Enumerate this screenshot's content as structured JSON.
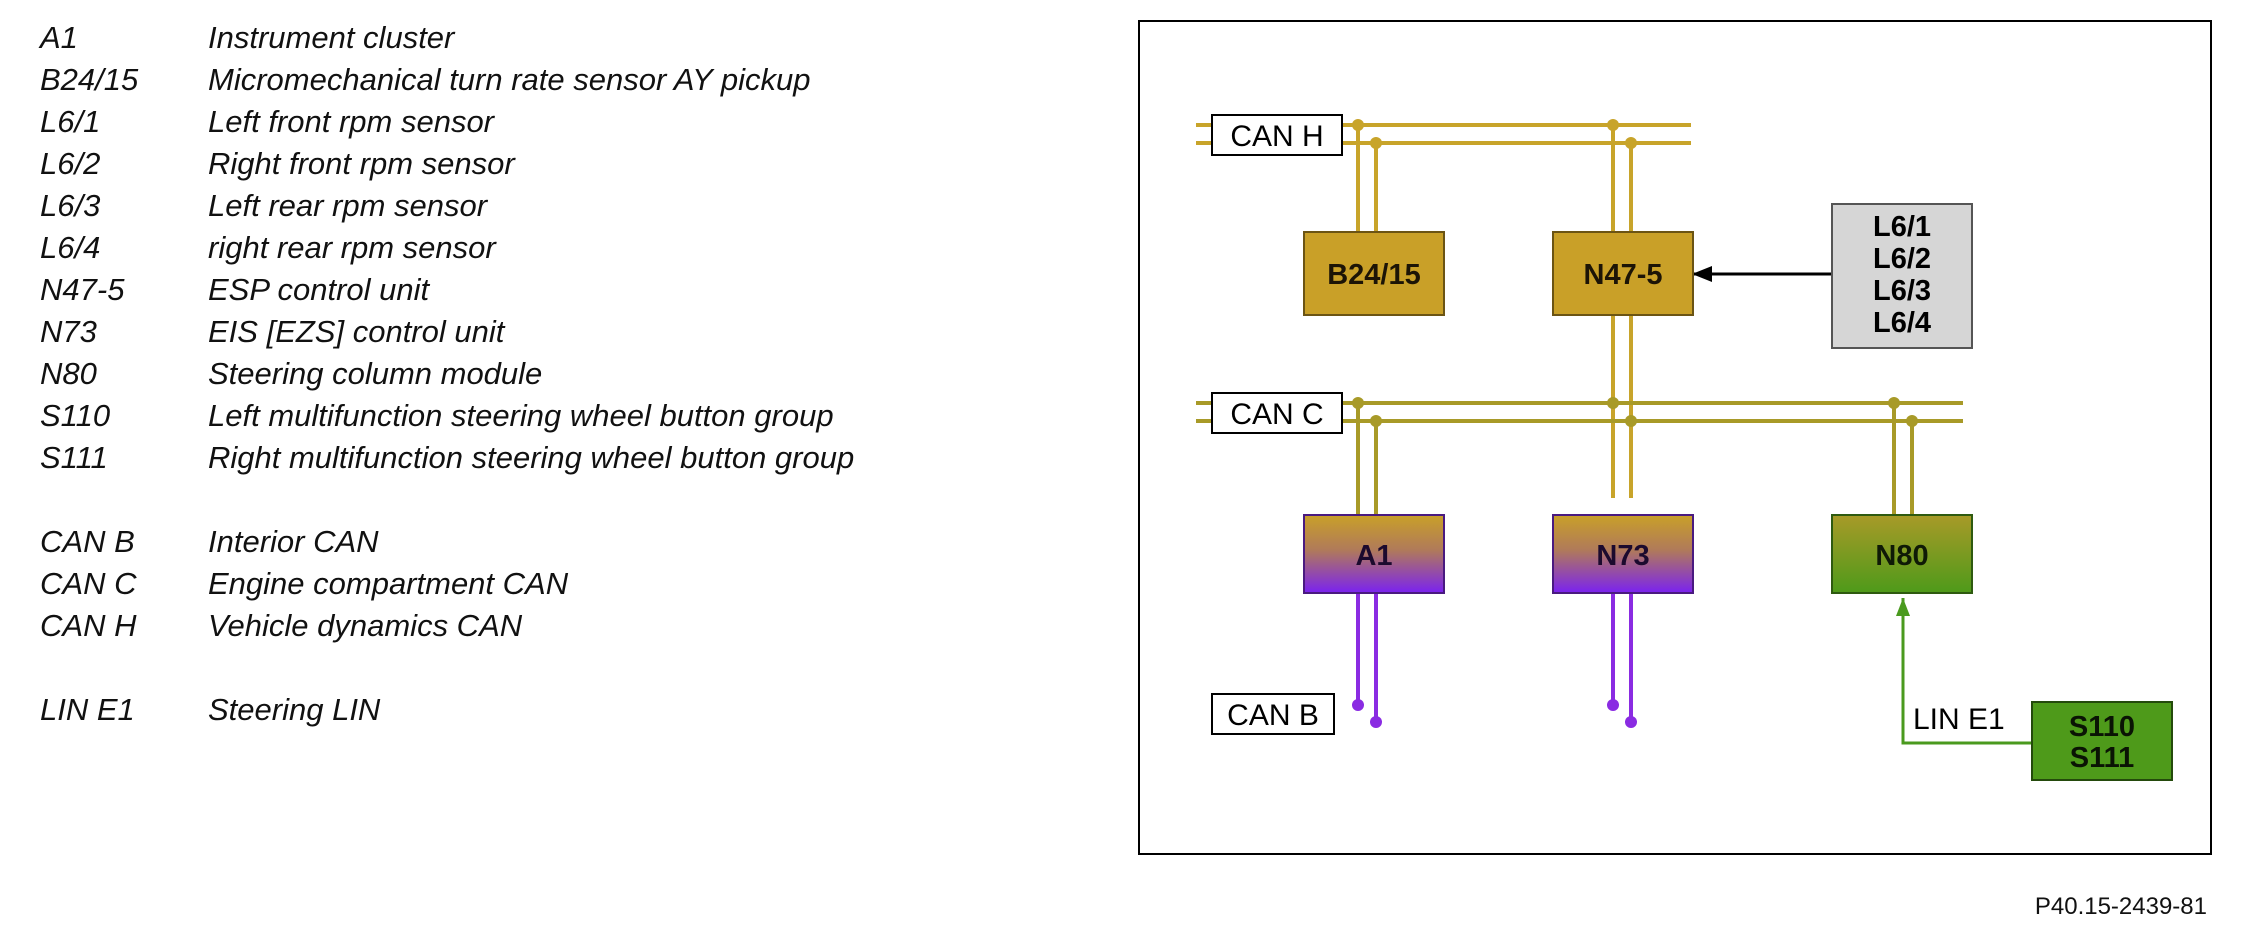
{
  "legend": {
    "groups": [
      [
        {
          "code": "A1",
          "desc": "Instrument cluster"
        },
        {
          "code": "B24/15",
          "desc": "Micromechanical turn rate sensor AY pickup"
        },
        {
          "code": "L6/1",
          "desc": "Left front rpm sensor"
        },
        {
          "code": "L6/2",
          "desc": "Right front rpm sensor"
        },
        {
          "code": "L6/3",
          "desc": "Left rear rpm sensor"
        },
        {
          "code": "L6/4",
          "desc": "right rear rpm sensor"
        },
        {
          "code": "N47-5",
          "desc": "ESP control unit"
        },
        {
          "code": "N73",
          "desc": "EIS [EZS] control unit"
        },
        {
          "code": "N80",
          "desc": "Steering column module"
        },
        {
          "code": "S110",
          "desc": "Left multifunction steering wheel button group"
        },
        {
          "code": "S111",
          "desc": "Right multifunction steering wheel button group"
        }
      ],
      [
        {
          "code": "CAN B",
          "desc": "Interior CAN"
        },
        {
          "code": "CAN C",
          "desc": "Engine compartment CAN"
        },
        {
          "code": "CAN H",
          "desc": "Vehicle dynamics CAN"
        }
      ],
      [
        {
          "code": "LIN E1",
          "desc": "Steering LIN"
        }
      ]
    ]
  },
  "diagram": {
    "buses": {
      "can_h": "CAN H",
      "can_c": "CAN C",
      "can_b": "CAN B",
      "lin": "LIN E1"
    },
    "modules": {
      "b24_15": "B24/15",
      "n47_5": "N47-5",
      "a1": "A1",
      "n73": "N73",
      "n80": "N80",
      "sensors": [
        "L6/1",
        "L6/2",
        "L6/3",
        "L6/4"
      ],
      "switches": [
        "S110",
        "S111"
      ]
    },
    "colors": {
      "can_h_bus": "#c8a42a",
      "can_c_bus": "#a89a28",
      "can_b_bus": "#8a2be2",
      "lin_bus": "#4a9a1e",
      "tan_module": "#c9a028",
      "purple_module": "#8a2be2",
      "green_module": "#4e9a1a",
      "gray_module": "#d6d6d6"
    }
  },
  "reference": "P40.15-2439-81"
}
